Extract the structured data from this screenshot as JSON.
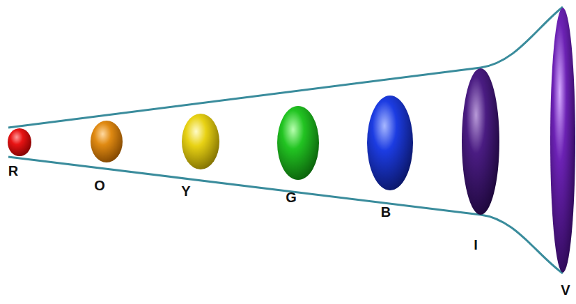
{
  "diagram": {
    "labels": [
      "R",
      "O",
      "Y",
      "G",
      "B",
      "I",
      "V"
    ]
  }
}
